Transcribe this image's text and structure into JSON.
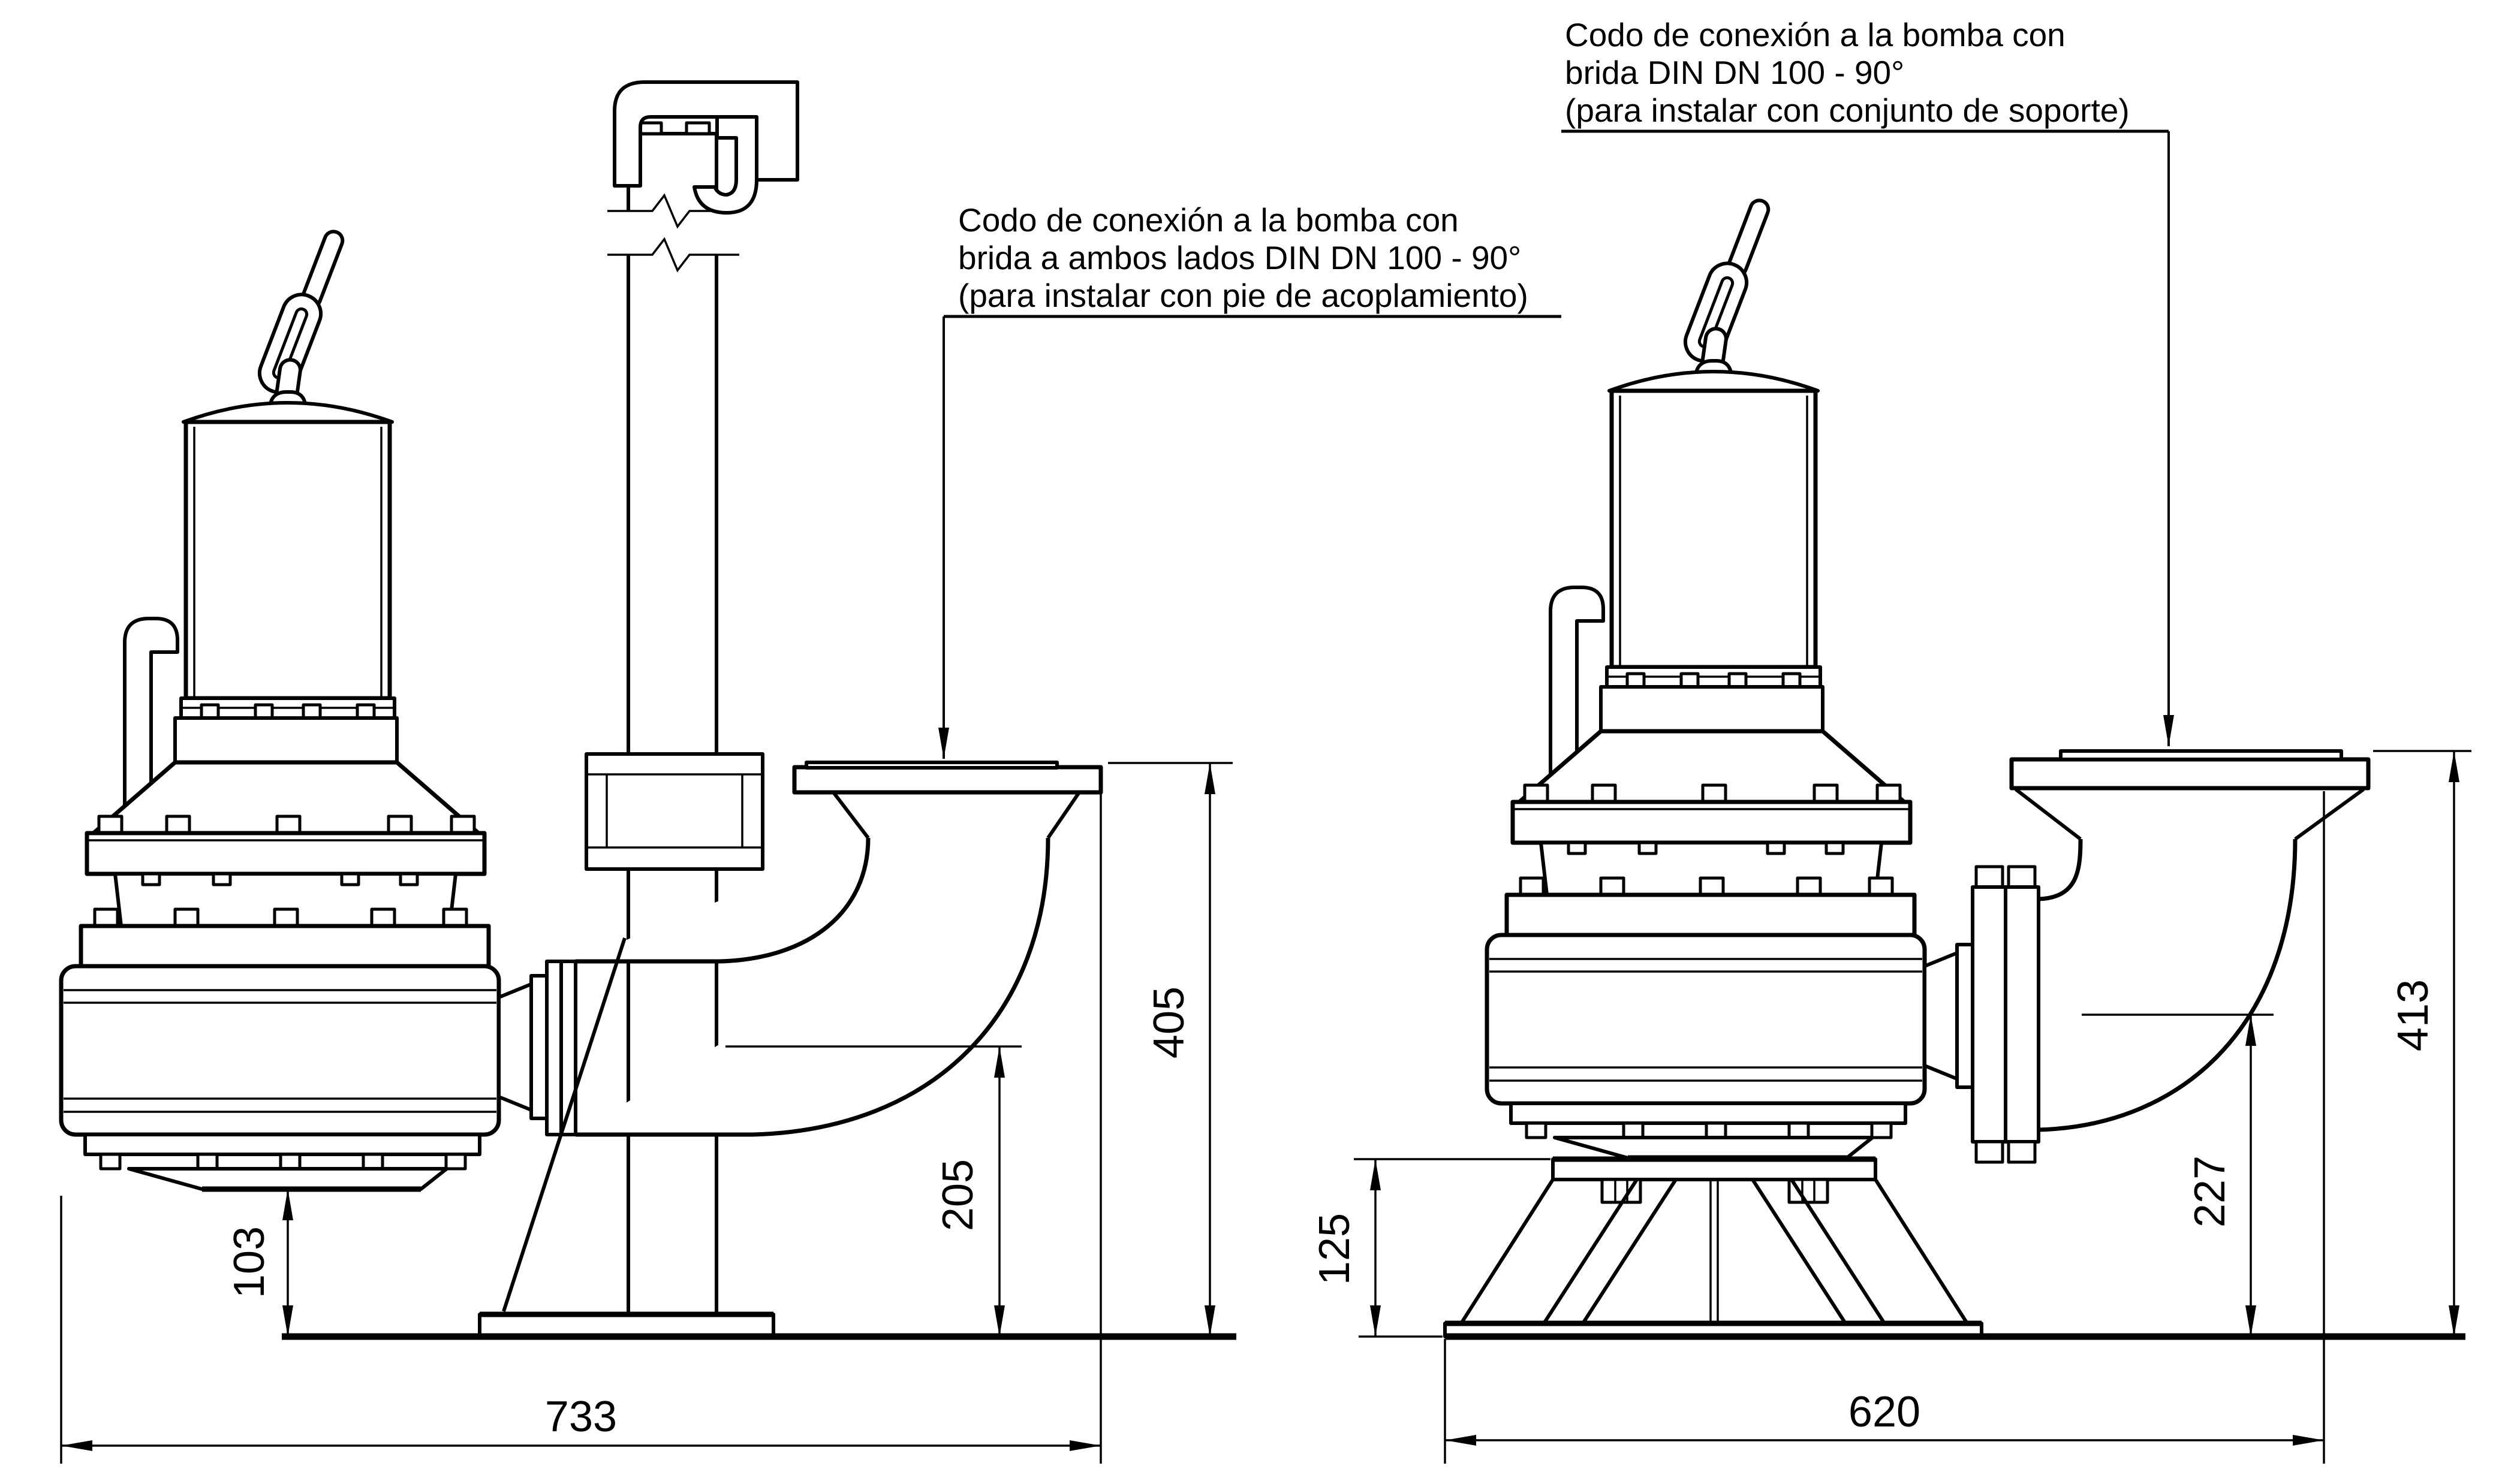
{
  "drawing": {
    "type": "technical-dimension-drawing",
    "subject": "submersible sewage pump installation views",
    "background_color": "#ffffff",
    "line_color": "#000000"
  },
  "annotations": {
    "coupling_foot": {
      "line1": "Codo de conexión a la bomba con",
      "line2": "brida a ambos lados DIN DN 100 - 90°",
      "line3": "(para instalar con pie de acoplamiento)"
    },
    "support_set": {
      "line1": "Codo de conexión a la bomba con",
      "line2": "brida DIN DN 100 - 90°",
      "line3": "(para instalar con conjunto de soporte)"
    }
  },
  "dimensions_left": {
    "overall_width": "733",
    "flange_height": "405",
    "outlet_centerline_height": "205",
    "bottom_clearance": "103"
  },
  "dimensions_right": {
    "overall_width": "620",
    "flange_height": "413",
    "outlet_centerline_height": "227",
    "stand_height": "125"
  }
}
